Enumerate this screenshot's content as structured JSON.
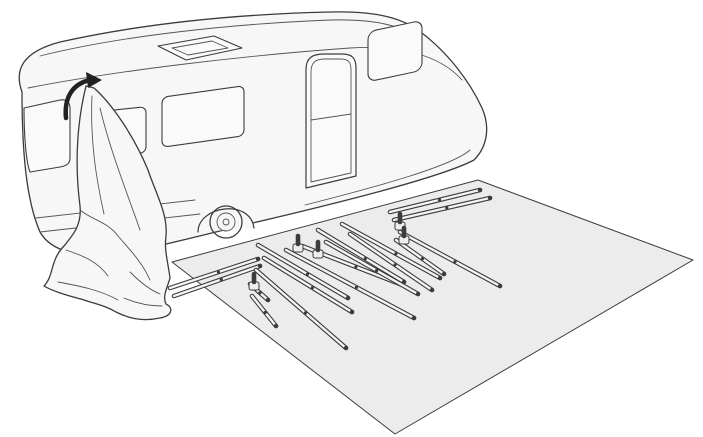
{
  "illustration": {
    "subject": "caravan-awning-setup",
    "palette": {
      "line": "#3c3c3c",
      "body": "#f7f7f7",
      "mat": "#ececec",
      "background": "#ffffff"
    },
    "elements": [
      "caravan",
      "roof-skylight",
      "door",
      "wheel",
      "awning-canvas",
      "lift-arrow-icon",
      "ground-mat",
      "awning-poles"
    ]
  }
}
